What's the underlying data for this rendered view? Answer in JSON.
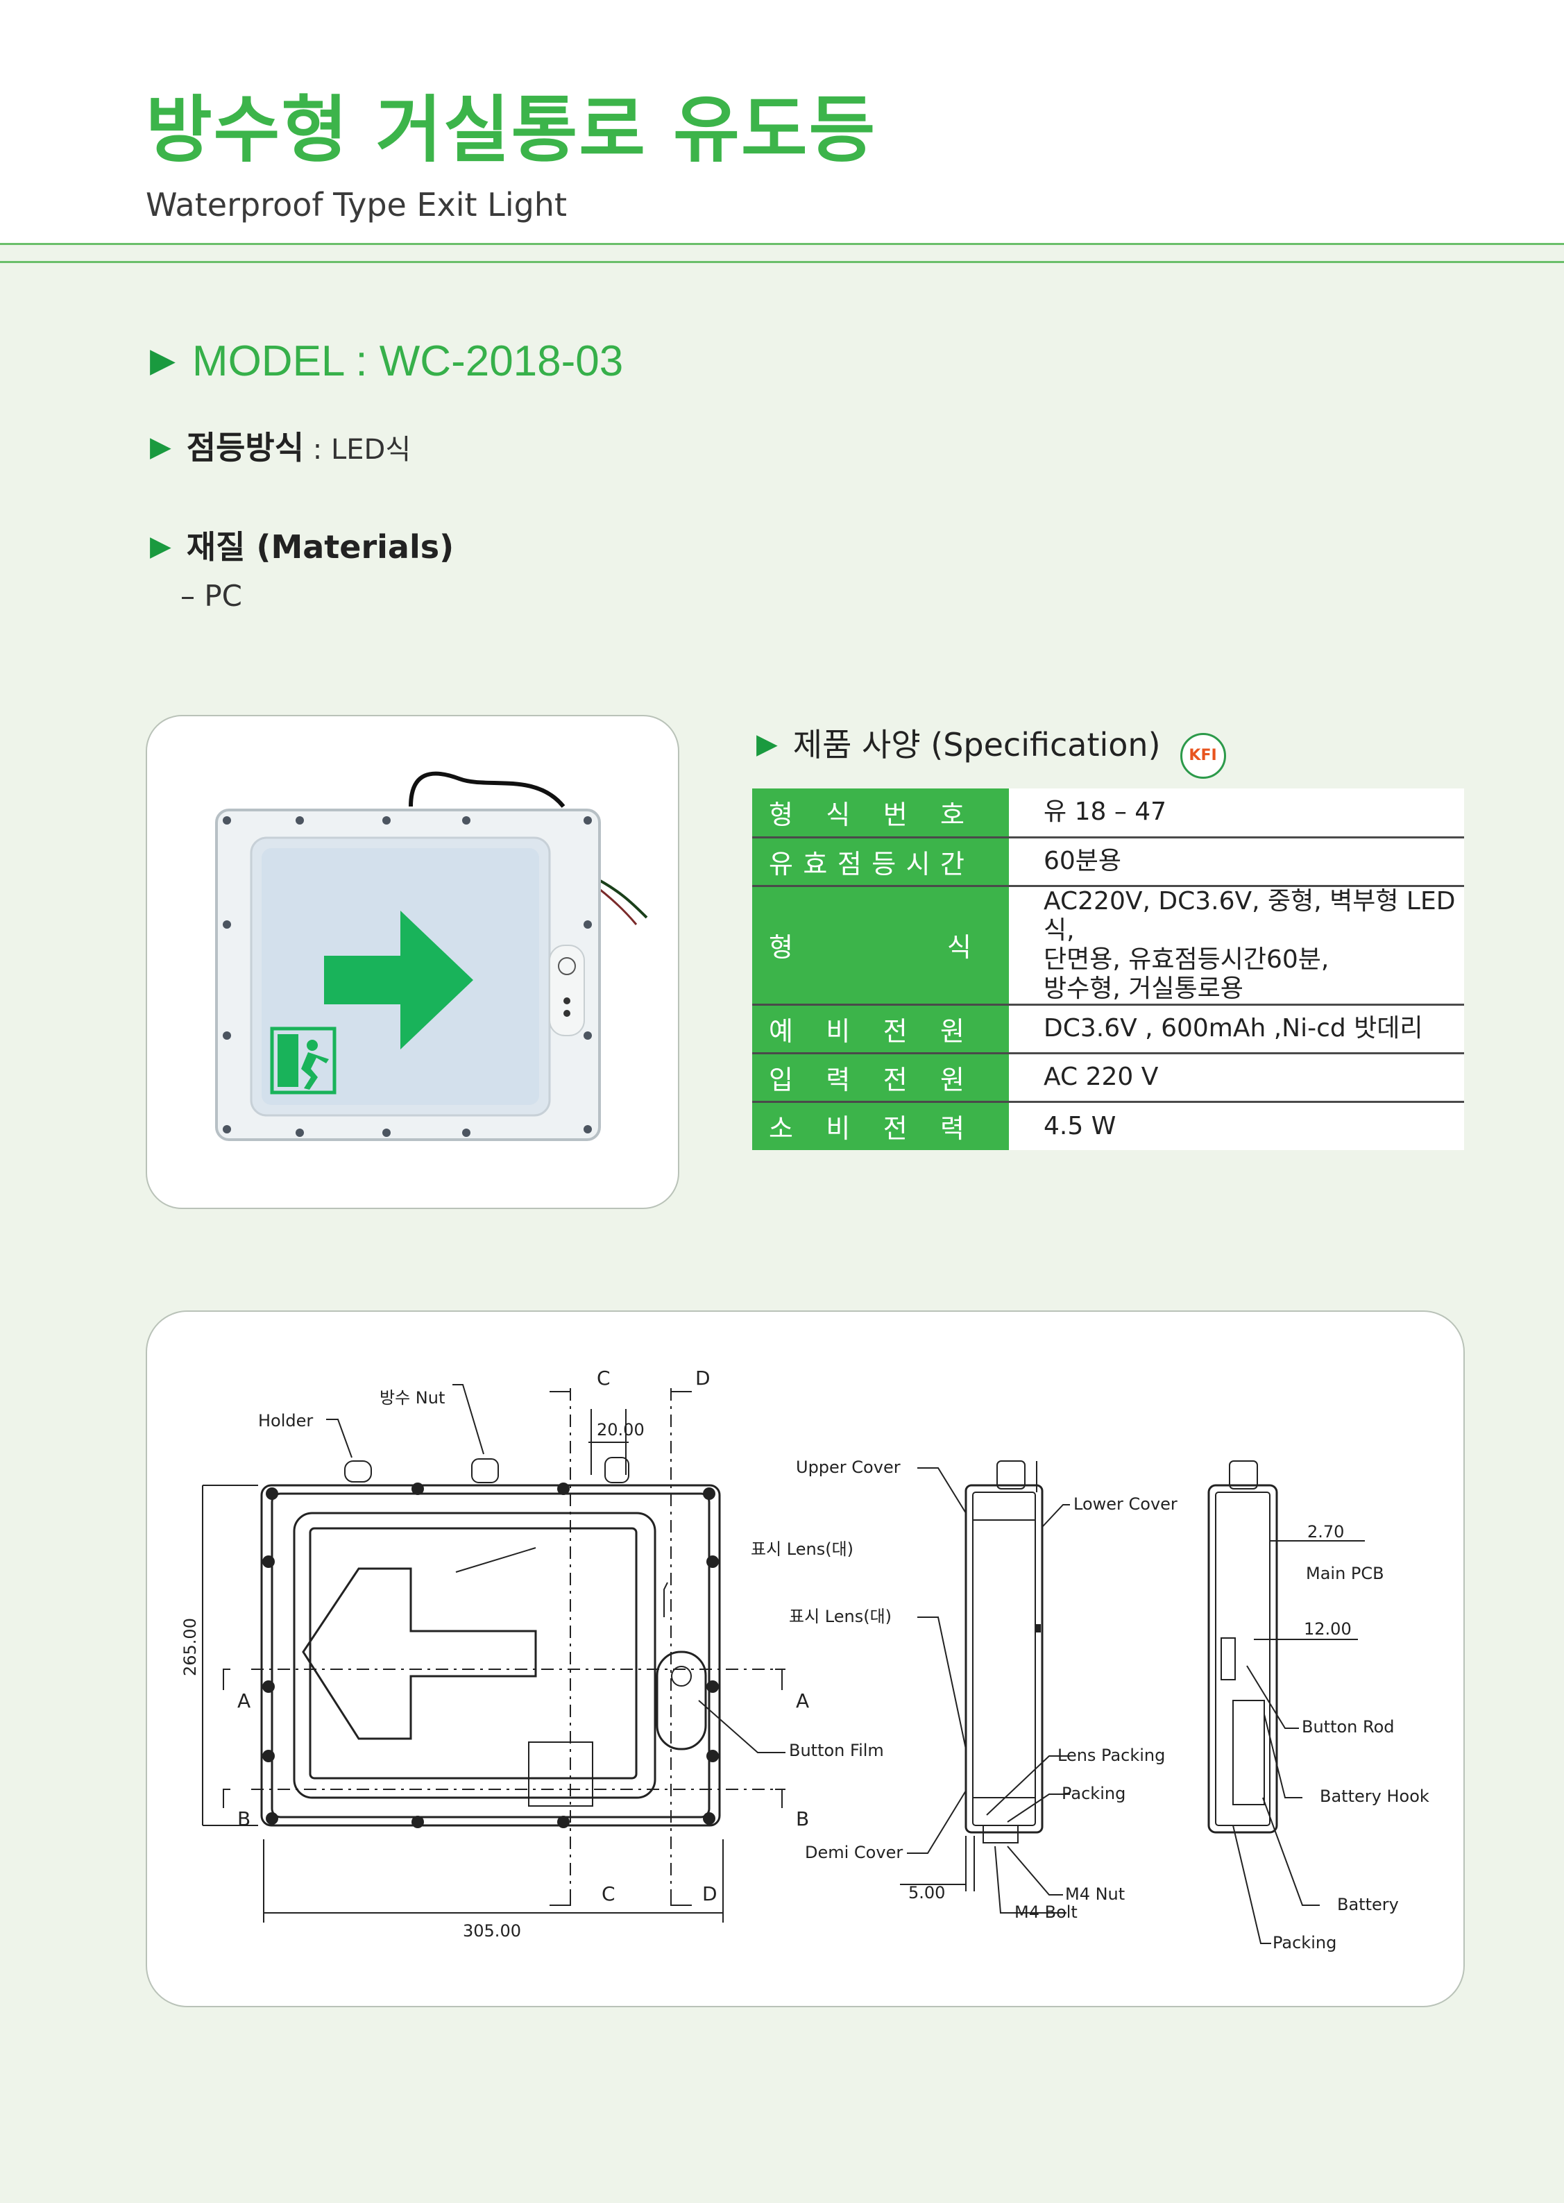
{
  "header": {
    "title": "방수형 거실통로 유도등",
    "subtitle": "Waterproof Type Exit Light"
  },
  "model": {
    "label": "MODEL : ",
    "value": "WC-2018-03"
  },
  "lighting": {
    "label": "점등방식",
    "value": " : LED식"
  },
  "materials": {
    "label": "재질 (Materials)",
    "value": "– PC"
  },
  "spec": {
    "heading": "제품 사양 (Specification)",
    "logo_text": "KFI",
    "rows": [
      {
        "label": "형식번호",
        "value": "유 18 – 47"
      },
      {
        "label": "유효점등시간",
        "value": "60분용"
      },
      {
        "label": "형식",
        "value_lines": [
          "AC220V, DC3.6V, 중형, 벽부형 LED식,",
          "단면용, 유효점등시간60분,",
          "방수형, 거실통로용"
        ]
      },
      {
        "label": "예비전원",
        "value": "DC3.6V , 600mAh ,Ni-cd 밧데리"
      },
      {
        "label": "입력전원",
        "value": "AC 220 V"
      },
      {
        "label": "소비전력",
        "value": "4.5 W"
      }
    ],
    "label_color": "#3cb44a"
  },
  "drawing": {
    "front": {
      "labels": {
        "holder": "Holder",
        "nut": "방수 Nut",
        "c": "C",
        "d": "D",
        "a": "A",
        "b": "B",
        "dim_20": "20.00",
        "dim_265": "265.00",
        "dim_305": "305.00",
        "lens": "표시 Lens(대)",
        "button_film": "Button Film"
      }
    },
    "side": {
      "labels": {
        "upper_cover": "Upper Cover",
        "lower_cover": "Lower Cover",
        "lens": "표시 Lens(대)",
        "lens_packing": "Lens Packing",
        "packing": "Packing",
        "demi_cover": "Demi Cover",
        "dim_5": "5.00",
        "m4_nut": "M4 Nut",
        "m4_bolt": "M4 Bolt"
      }
    },
    "section": {
      "labels": {
        "dim_270": "2.70",
        "main_pcb": "Main PCB",
        "dim_12": "12.00",
        "button_rod": "Button Rod",
        "battery_hook": "Battery Hook",
        "battery": "Battery",
        "packing": "Packing"
      }
    }
  },
  "colors": {
    "brand_green": "#3cb44a",
    "sign_green": "#19b35a",
    "background": "#eef4ea"
  }
}
